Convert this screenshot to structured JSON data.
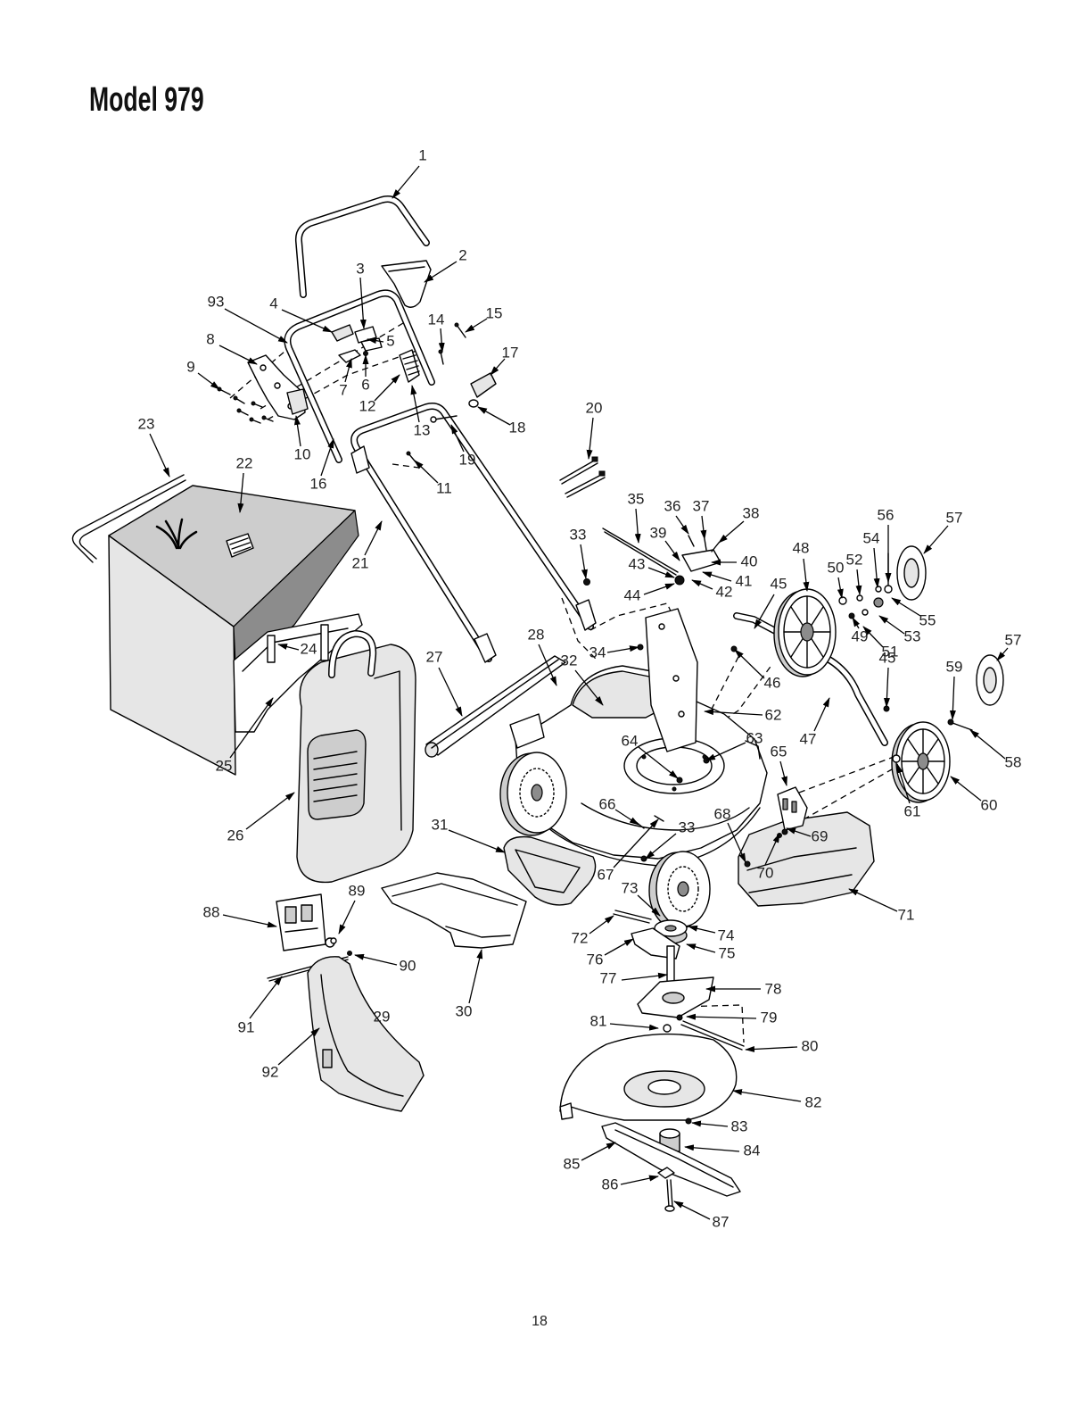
{
  "page": {
    "title": "Model 979",
    "page_number": "18"
  },
  "callouts": [
    "1",
    "2",
    "3",
    "4",
    "5",
    "6",
    "7",
    "8",
    "9",
    "10",
    "11",
    "12",
    "13",
    "14",
    "15",
    "16",
    "17",
    "18",
    "19",
    "20",
    "21",
    "22",
    "23",
    "24",
    "25",
    "26",
    "27",
    "28",
    "29",
    "30",
    "31",
    "32",
    "33",
    "34",
    "35",
    "36",
    "37",
    "38",
    "39",
    "40",
    "41",
    "42",
    "43",
    "44",
    "45",
    "46",
    "47",
    "48",
    "49",
    "50",
    "51",
    "52",
    "53",
    "54",
    "55",
    "56",
    "57",
    "58",
    "59",
    "60",
    "61",
    "62",
    "63",
    "64",
    "65",
    "66",
    "67",
    "68",
    "69",
    "70",
    "71",
    "72",
    "73",
    "74",
    "75",
    "76",
    "77",
    "78",
    "79",
    "80",
    "81",
    "82",
    "83",
    "84",
    "85",
    "86",
    "87",
    "88",
    "89",
    "90",
    "91",
    "92",
    "93"
  ]
}
